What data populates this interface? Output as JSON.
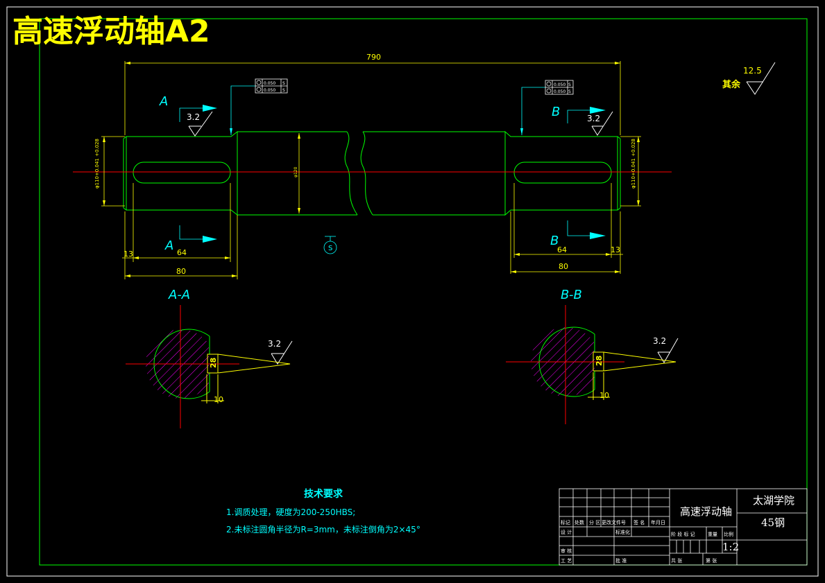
{
  "drawing_title": "高速浮动轴A2",
  "dimensions": {
    "overall_length": "790",
    "shaft_dia_left": "φ110+0.041 +0.028",
    "shaft_dia_right": "φ110+0.041 +0.028",
    "body_dia": "φ120",
    "left_step_offset": "13",
    "right_step_offset": "13",
    "left_keyway_len": "64",
    "right_keyway_len": "64",
    "left_journal_len": "80",
    "right_journal_len": "80",
    "key_width_a": "28",
    "key_width_b": "28",
    "key_depth_a": "10",
    "key_depth_b": "10"
  },
  "tolerances": {
    "left_row1": "0.050",
    "left_row2": "0.050",
    "right_row1": "0.050",
    "right_row2": "0.050",
    "datum": "S"
  },
  "roughness": {
    "other": "12.5",
    "other_label": "其余",
    "left": "3.2",
    "right": "3.2",
    "section_a": "3.2",
    "section_b": "3.2"
  },
  "sections": {
    "a_mark": "A",
    "b_mark": "B",
    "a_title": "A-A",
    "b_title": "B-B",
    "datum_symbol": "S"
  },
  "tech_requirements": {
    "heading": "技术要求",
    "item1": "1.调质处理，硬度为200-250HBS;",
    "item2": "2.未标注圆角半径为R=3mm，未标注倒角为2×45°"
  },
  "title_block": {
    "part_name": "高速浮动轴",
    "school": "太湖学院",
    "material": "45钢",
    "scale": "1:2",
    "labels": {
      "mark": "标记",
      "count": "处数",
      "zone": "分 区",
      "change_no": "更改文件号",
      "sign": "签 名",
      "date": "年月日",
      "design": "设 计",
      "standardize": "标准化",
      "stage_mark": "阶 段 标 记",
      "weight": "重量",
      "ratio": "比例",
      "review": "审 核",
      "process": "工 艺",
      "approve": "批 准",
      "sheets_total": "共 张",
      "sheet_no": "第 张"
    }
  },
  "colors": {
    "border": "#00ff00",
    "center_line": "#ff0000",
    "dimension": "#ffff00",
    "annotation": "#00ffff",
    "hatch": "#ff00ff",
    "text": "#ffffff"
  }
}
